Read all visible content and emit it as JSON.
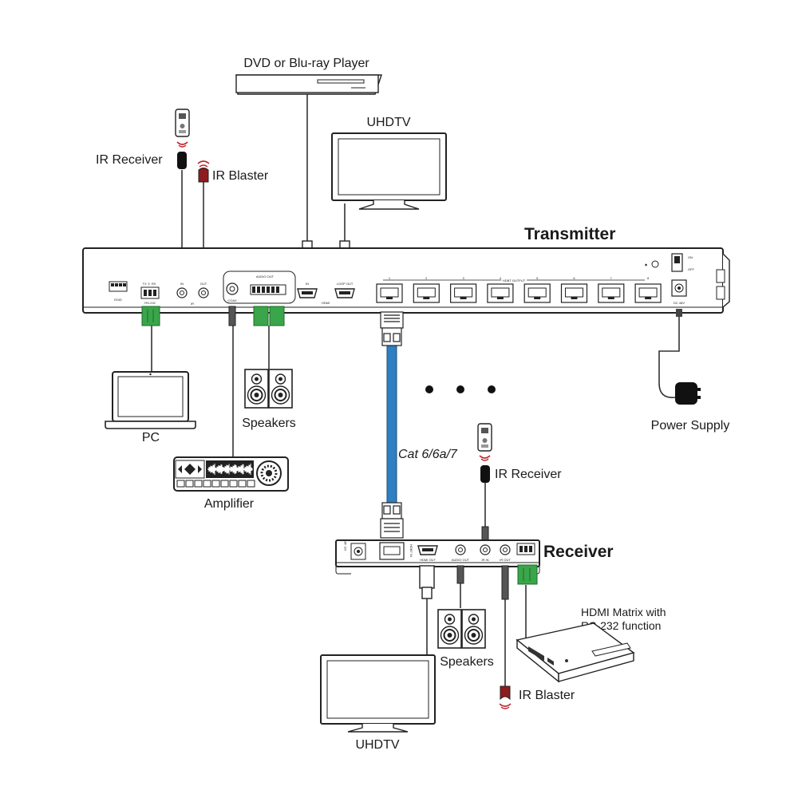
{
  "devices": {
    "dvd_player": "DVD or Blu-ray Player",
    "uhdtv_top": "UHDTV",
    "ir_receiver_tx": "IR Receiver",
    "ir_blaster_tx": "IR Blaster",
    "transmitter": "Transmitter",
    "pc": "PC",
    "speakers_tx": "Speakers",
    "amplifier": "Amplifier",
    "power_supply": "Power Supply",
    "cable": "Cat 6/6a/7",
    "ir_receiver_rx": "IR Receiver",
    "receiver": "Receiver",
    "hdmi_matrix_line1": "HDMI Matrix with",
    "hdmi_matrix_line2": "RS-232 function",
    "speakers_rx": "Speakers",
    "ir_blaster_rx": "IR Blaster",
    "uhdtv_bottom": "UHDTV"
  },
  "tx_panel": {
    "ir_in": "IN",
    "ir_out": "OUT",
    "ir": "IR",
    "rs232": "RS-232",
    "audio_out": "AUDIO OUT",
    "coax": "COAX",
    "hdmi_in": "IN",
    "loop_out": "LOOP OUT",
    "hdmi": "HDMI",
    "hdbt_output": "HDBT OUTPUT",
    "on": "ON",
    "off": "OFF",
    "dc": "DC 48V",
    "port_numbers": [
      "1",
      "2",
      "3",
      "4",
      "5",
      "6",
      "7",
      "8"
    ]
  },
  "rx_panel": {
    "dc": "DC 48V",
    "hdbt_in": "HDBT IN",
    "hdmi_out": "HDMI OUT",
    "audio_out": "AUDIO OUT",
    "ir_in": "IR IN",
    "ir_out": "IR OUT"
  },
  "colors": {
    "ink": "#1a1a1a",
    "cable_blue": "#2f7fc1",
    "terminal_green": "#3aa54a",
    "ir_red": "#c0272d"
  }
}
